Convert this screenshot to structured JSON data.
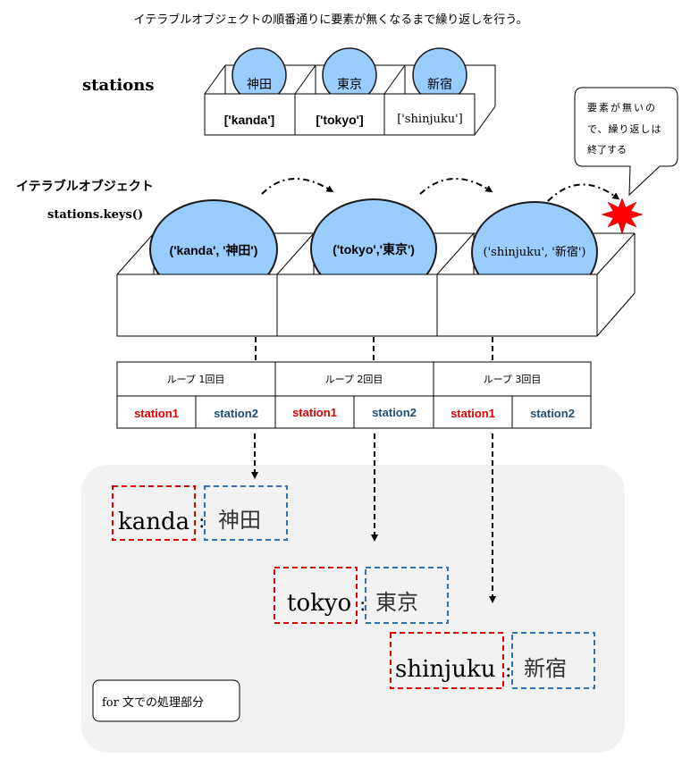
{
  "title": "イテラブルオブジェクトの順番通りに要素が無くなるまで繰り返しを行う。",
  "stations_label": "stations",
  "dict_items": [
    {
      "key_label": "['kanda']",
      "value": "神田"
    },
    {
      "key_label": "['tokyo']",
      "value": "東京"
    },
    {
      "key_label": "['shinjuku']",
      "value": "新宿"
    }
  ],
  "iterable_label": "イテラブルオブジェクト",
  "iterable_code": "stations.keys()",
  "iterable_items": [
    "('kanda', '神田')",
    "('tokyo','東京')",
    "('shinjuku', '新宿')"
  ],
  "callout_lines": [
    "要素が無いの",
    "で、繰り返しは",
    "終了する"
  ],
  "loop_table": {
    "headers": [
      "ループ 1回目",
      "ループ 2回目",
      "ループ 3回目"
    ],
    "var1": "station1",
    "var2": "station2"
  },
  "results": [
    {
      "key": "kanda",
      "value": "神田"
    },
    {
      "key": "tokyo",
      "value": "東京"
    },
    {
      "key": "shinjuku",
      "value": "新宿"
    }
  ],
  "separator": ":",
  "for_label": "for 文での処理部分",
  "colors": {
    "ball_fill": "#99ccff",
    "key_red": "#e00000",
    "value_blue": "#1f4e79",
    "dash_red": "#e00000",
    "dash_blue": "#2e75b6",
    "panel_bg": "#f2f2f2",
    "burst": "#ff0000"
  }
}
